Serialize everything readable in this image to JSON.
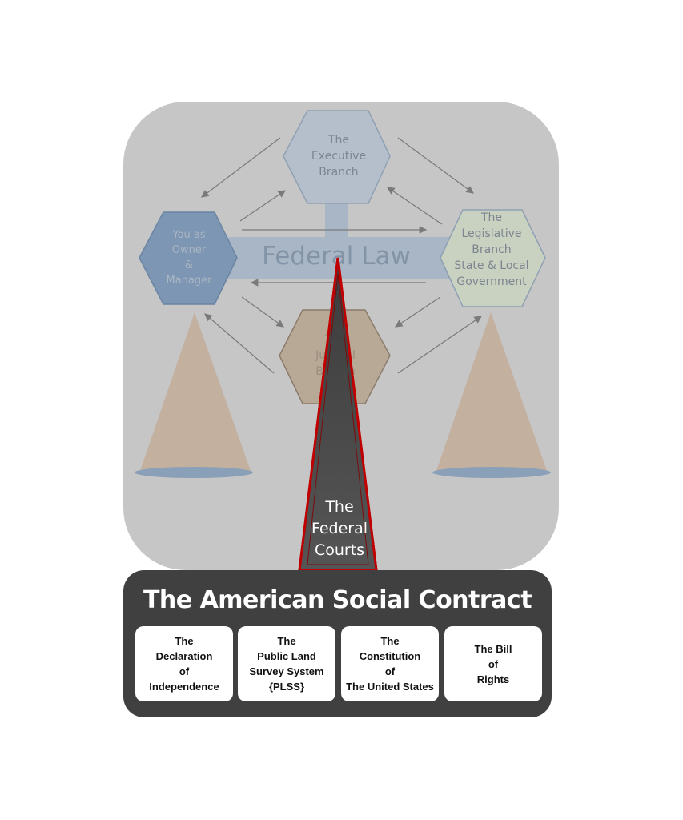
{
  "diagram": {
    "nodes": {
      "executive": [
        "The",
        "Executive",
        "Branch"
      ],
      "owner": [
        "You as",
        "Owner",
        "&",
        "Manager"
      ],
      "legislative": [
        "The",
        "Legislative",
        "Branch",
        "State & Local",
        "Government"
      ],
      "judicial": [
        "The",
        "Judicial",
        "Branch"
      ]
    },
    "center_label": "Federal Law",
    "pointer": [
      "The",
      "Federal",
      "Courts"
    ]
  },
  "foundation": {
    "title": "The American Social Contract",
    "documents": [
      {
        "lines": [
          "The",
          "Declaration",
          "of",
          "Independence"
        ]
      },
      {
        "lines": [
          "The",
          "Public Land",
          "Survey System",
          "{PLSS}"
        ]
      },
      {
        "lines": [
          "The",
          "Constitution",
          "of",
          "The United States"
        ]
      },
      {
        "lines": [
          "The Bill",
          "of",
          "Rights"
        ]
      }
    ]
  },
  "colors": {
    "background_panel": "#c6c6c6",
    "hex_blue": "#7d96b3",
    "hex_tan": "#b8a896",
    "hex_green": "#c9d1c0",
    "cone": "#c3ab98",
    "pointer_fill": "#474747",
    "pointer_border": "#c00000",
    "foundation": "#404040"
  }
}
